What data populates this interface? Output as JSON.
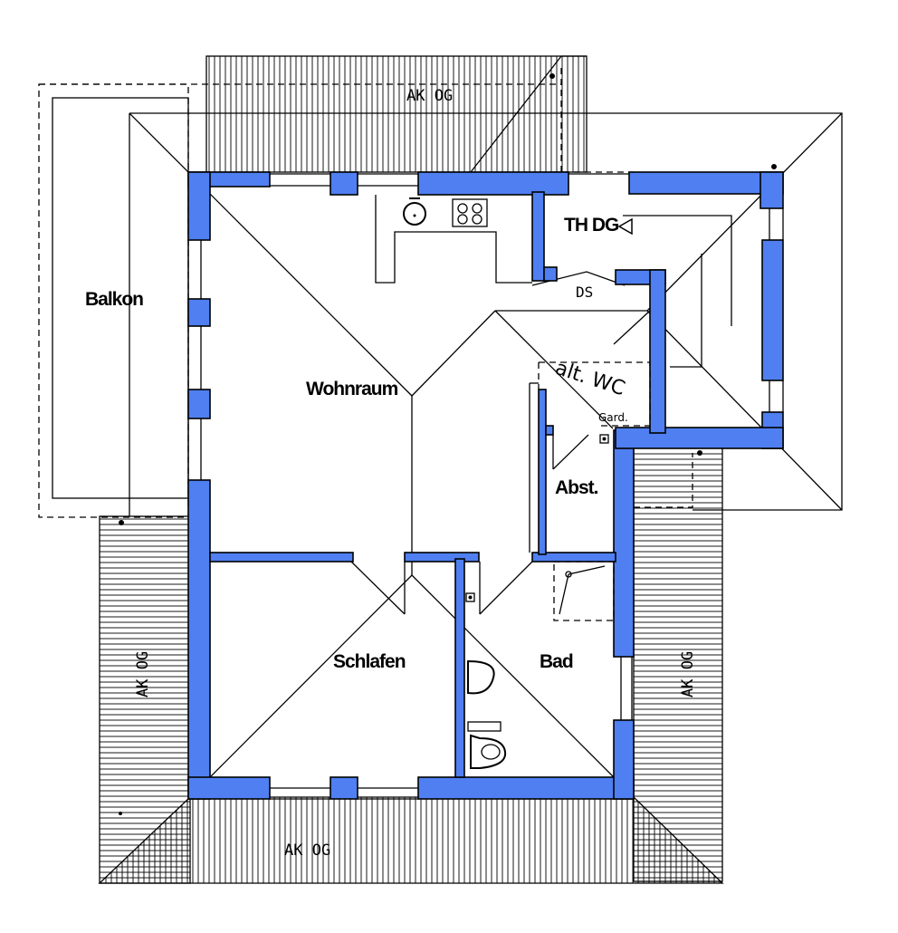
{
  "rooms": {
    "balkon": "Balkon",
    "wohnraum": "Wohnraum",
    "th_dg": "TH DG",
    "abst": "Abst.",
    "schlafen": "Schlafen",
    "bad": "Bad"
  },
  "roof_labels": {
    "top": "AK OG",
    "left": "AK OG",
    "right": "AK OG",
    "bottom": "AK OG"
  },
  "annotations": {
    "ds": "DS",
    "alt_wc": "alt. WC",
    "gard": "Gard."
  },
  "colors": {
    "wall_fill": "#4f7ff0",
    "line": "#000000",
    "background": "#ffffff"
  },
  "icons": [
    "stove-icon",
    "sink-icon",
    "toilet-icon",
    "washbasin-icon",
    "shower-icon",
    "chimney-icon"
  ]
}
